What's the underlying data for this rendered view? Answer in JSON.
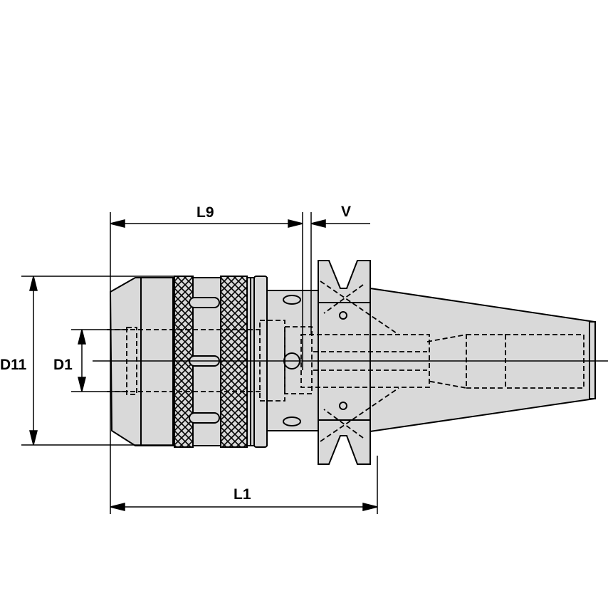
{
  "labels": {
    "L9": "L9",
    "V": "V",
    "D11": "D11",
    "D1": "D1",
    "L1": "L1"
  },
  "colors": {
    "body_fill": "#d9d9d9",
    "line": "#000000"
  }
}
